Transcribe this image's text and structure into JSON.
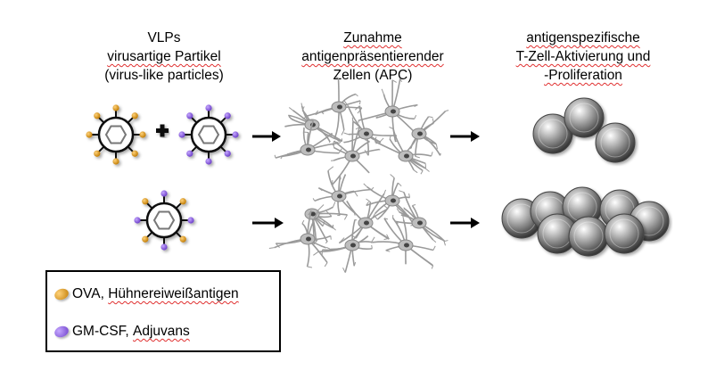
{
  "columns": [
    {
      "lines": [
        "VLPs",
        "virusartige Partikel",
        "(virus-like particles)"
      ]
    },
    {
      "lines": [
        "Zunahme",
        "antigenpräsentierender",
        "Zellen (APC)"
      ]
    },
    {
      "lines": [
        "antigenspezifische",
        "T-Zell-Aktivierung und",
        "-Proliferation"
      ]
    }
  ],
  "legend": {
    "items": [
      {
        "label": "OVA,",
        "desc": "Hühnereiweißantigen",
        "color": "#e09a1c"
      },
      {
        "label": "GM-CSF,",
        "desc": "Adjuvans",
        "color": "#8a5ee0"
      }
    ]
  },
  "colors": {
    "ova": "#e09a1c",
    "gmcsf": "#8a5ee0",
    "cell": "#9a9a9a",
    "tcell": "#8c8c8c"
  },
  "icons": {
    "plus": "plus-icon",
    "arrow": "arrow-right-icon"
  }
}
